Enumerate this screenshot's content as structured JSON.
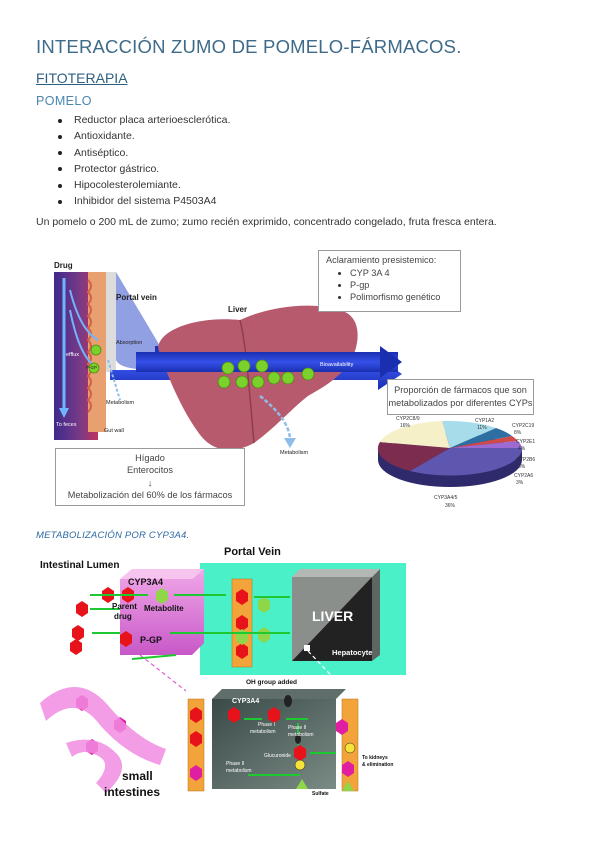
{
  "title": "INTERACCIÓN ZUMO DE POMELO-FÁRMACOS.",
  "section": "FITOTERAPIA",
  "subsection": "POMELO",
  "bullets": [
    "Reductor placa arterioesclerótica.",
    "Antioxidante.",
    "Antiséptico.",
    "Protector gástrico.",
    "Hipocolesterolemiante.",
    "Inhibidor del sistema P4503A4"
  ],
  "paragraph": "Un pomelo o 200 mL de zumo; zumo recién exprimido, concentrado congelado, fruta fresca entera.",
  "figure1": {
    "labels": {
      "drug": "Drug",
      "portal_vein": "Portal vein",
      "liver": "Liver",
      "absorption": "Absorption",
      "efflux": "efflux",
      "pgp": "P-GP",
      "cyp": "CYP",
      "metabolism": "Metabolism",
      "to_feces": "To feces",
      "gut_wall": "Gut wall",
      "bioavailability": "Bioavailability"
    },
    "box_clearance": {
      "heading": "Aclaramiento presistemico:",
      "items": [
        "CYP 3A 4",
        "P-gp",
        "Polimorfismo genético"
      ]
    },
    "box_proportion": {
      "line1": "Proporción de fármacos que son",
      "line2": "metabolizados por diferentes CYPs"
    },
    "box_liver": {
      "line1": "Hígado",
      "line2": "Enterocitos",
      "arrow": "↓",
      "line3": "Metabolización del 60% de los fármacos"
    },
    "pie_labels": [
      {
        "name": "CYP2C8/9",
        "pct": "16%"
      },
      {
        "name": "CYP1A2",
        "pct": "11%"
      },
      {
        "name": "CYP2C19",
        "pct": "8%"
      },
      {
        "name": "CYP2E1",
        "pct": "4%"
      },
      {
        "name": "CYP2B6",
        "pct": "3%"
      },
      {
        "name": "CYP2A6",
        "pct": "3%"
      },
      {
        "name": "CYP3A4/5",
        "pct": "36%"
      }
    ]
  },
  "metab_title": "METABOLIZACIÓN POR CYP3A4.",
  "figure2": {
    "intestinal_lumen": "Intestinal Lumen",
    "portal_vein": "Portal Vein",
    "cyp3a4": "CYP3A4",
    "parent": "Parent",
    "drug": "drug",
    "metabolite": "Metabolite",
    "pgp": "P-GP",
    "liver": "LIVER",
    "hepatocyte": "Hepatocyte",
    "oh_added": "OH group added",
    "cyp3a4_small": "CYP3A4",
    "phase1a": "Phase I",
    "phase1b": "metabolism",
    "phase2a": "Phase II",
    "phase2b": "metabolism",
    "glucuronide": "Glucuronide",
    "phase2c": "Phase II",
    "phase2d": "metabolism",
    "sulfate": "Sulfate",
    "kidneys1": "To kidneys",
    "kidneys2": "& elimination",
    "small": "small",
    "intestines": "intestines"
  }
}
